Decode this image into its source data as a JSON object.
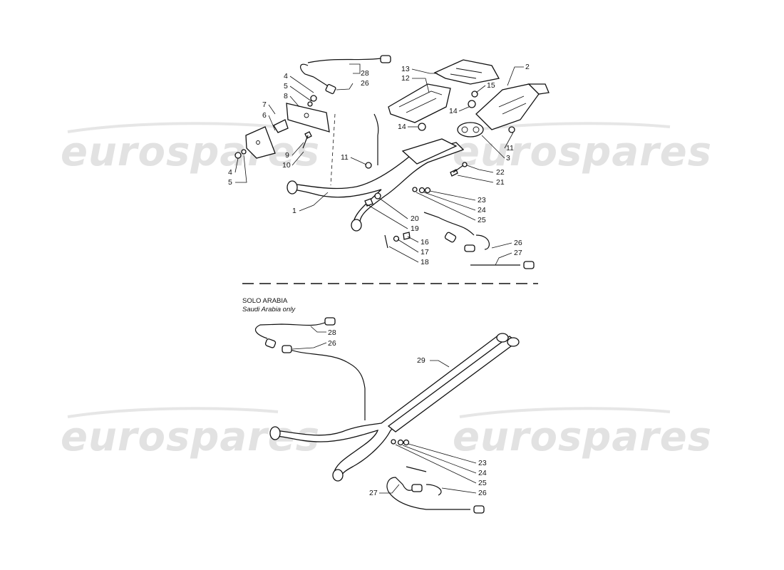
{
  "watermarks": [
    "eurospares",
    "eurospares",
    "eurospares",
    "eurospares"
  ],
  "note": {
    "title": "SOLO ARABIA",
    "subtitle": "Saudi Arabia only"
  },
  "callouts_top": {
    "c1": "1",
    "c2": "2",
    "c3": "3",
    "c4a": "4",
    "c5a": "5",
    "c4b": "4",
    "c5b": "5",
    "c6": "6",
    "c7": "7",
    "c8": "8",
    "c9": "9",
    "c10": "10",
    "c11a": "11",
    "c11b": "11",
    "c12": "12",
    "c13": "13",
    "c14a": "14",
    "c14b": "14",
    "c15": "15",
    "c16": "16",
    "c17": "17",
    "c18": "18",
    "c19": "19",
    "c20": "20",
    "c21": "21",
    "c22": "22",
    "c23": "23",
    "c24": "24",
    "c25": "25",
    "c26a": "26",
    "c26b": "26",
    "c27": "27",
    "c28": "28"
  },
  "callouts_bottom": {
    "c28": "28",
    "c26a": "26",
    "c29": "29",
    "c23": "23",
    "c24": "24",
    "c25": "25",
    "c26b": "26",
    "c27": "27"
  }
}
